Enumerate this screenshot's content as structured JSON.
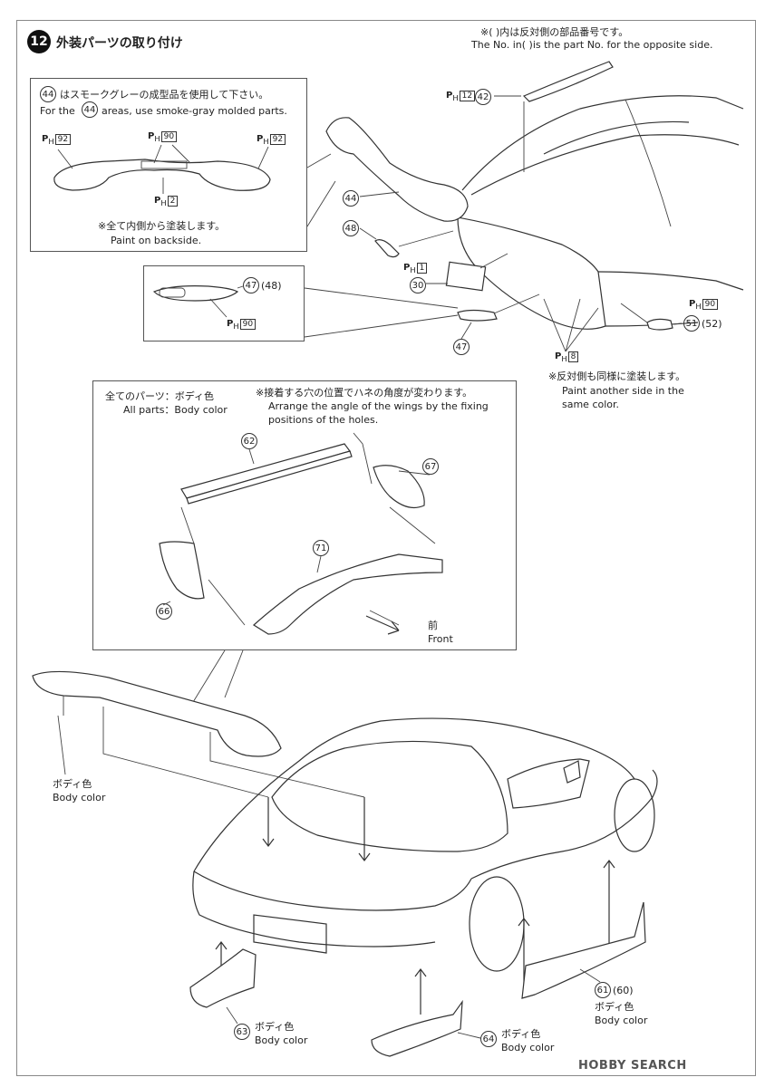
{
  "step": {
    "number": "12",
    "title": "外装パーツの取り付け"
  },
  "opposite_note": {
    "jp": "※(  )内は反対側の部品番号です。",
    "en": "The No. in(   )is the part No. for the opposite side."
  },
  "box_44": {
    "jp_prefix": "はスモークグレーの成型品を使用して下さい。",
    "en_prefix": "For the",
    "en_suffix": "areas, use smoke-gray molded parts.",
    "part": "44",
    "paint_left": "92",
    "paint_center": "90",
    "paint_right": "92",
    "paint_bottom": "2",
    "note_jp": "※全て内側から塗装します。",
    "note_en": "Paint on backside."
  },
  "box_47": {
    "part": "47",
    "part_alt": "48",
    "paint": "90"
  },
  "rear_callouts": {
    "p42": "42",
    "p42_paint": "12",
    "p44": "44",
    "p48": "48",
    "p30": "30",
    "p30_paint": "1",
    "p47": "47",
    "p51": "51",
    "p52": "52",
    "p51_paint": "90",
    "p8_paint": "8",
    "note_jp": "※反対側も同様に塗装します。",
    "note_en1": "Paint another side in the",
    "note_en2": "same color."
  },
  "wing_box": {
    "all_parts_jp": "全てのパーツ：ボディ色",
    "all_parts_en": "All parts：Body color",
    "angle_jp": "※接着する穴の位置でハネの角度が変わります。",
    "angle_en1": "Arrange the angle of the wings by the fixing",
    "angle_en2": "positions of the holes.",
    "p62": "62",
    "p67": "67",
    "p71": "71",
    "p66": "66",
    "front_jp": "前",
    "front_en": "Front"
  },
  "lower": {
    "body_jp": "ボディ色",
    "body_en": "Body color",
    "p63": "63",
    "p64": "64",
    "p61": "61",
    "p60": "60"
  },
  "ph_label": "P",
  "ph_sub": "H",
  "watermark": "HOBBY SEARCH"
}
